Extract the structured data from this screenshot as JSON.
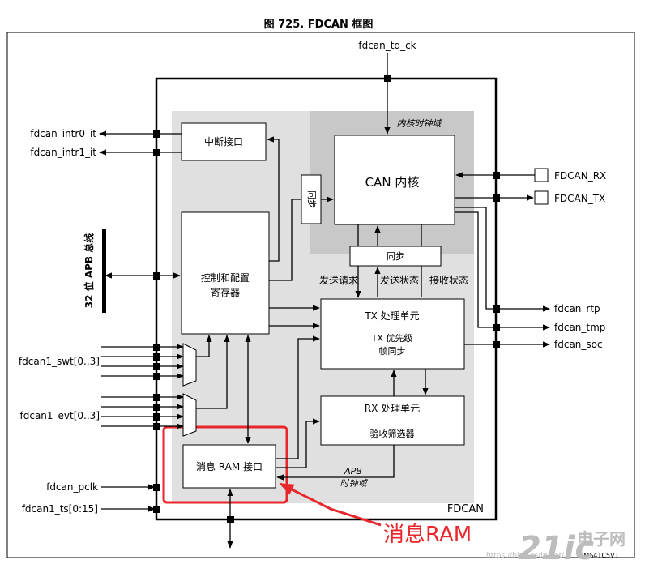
{
  "title": "图 725. FDCAN 框图",
  "signals": {
    "tq_ck": "fdcan_tq_ck",
    "intr0": "fdcan_intr0_it",
    "intr1": "fdcan_intr1_it",
    "swt": "fdcan1_swt[0..3]",
    "evt": "fdcan1_evt[0..3]",
    "pclk": "fdcan_pclk",
    "ts": "fdcan1_ts[0:15]",
    "rx": "FDCAN_RX",
    "tx": "FDCAN_TX",
    "rtp": "fdcan_rtp",
    "tmp": "fdcan_tmp",
    "soc": "fdcan_soc"
  },
  "apb_bus": "32 位 APB 总线",
  "blocks": {
    "interrupt": "中断接口",
    "can_core": "CAN 内核",
    "core_clock": "内核时钟域",
    "sync_v": "同步",
    "sync_h": "同步",
    "ctrl_line1": "控制和配置",
    "ctrl_line2": "寄存器",
    "tx_title": "TX 处理单元",
    "tx_sub1": "TX 优先级",
    "tx_sub2": "帧同步",
    "rx_title": "RX 处理单元",
    "rx_sub": "验收筛选器",
    "msg_ram": "消息 RAM 接口",
    "apb_clock1": "APB",
    "apb_clock2": "时钟域",
    "fdcan": "FDCAN"
  },
  "status": {
    "send_req": "发送请求",
    "send_state": "发送状态",
    "recv_state": "接收状态"
  },
  "annotation": "消息RAM",
  "figure_code": "MS41C5V1",
  "watermark": {
    "brand": "21ic",
    "cn": "电子网",
    "url": "https://blog.csdn.net/"
  },
  "colors": {
    "outer_gray": "#e0e0e0",
    "core_gray": "#c8c8c8",
    "highlight": "#e8262c"
  }
}
